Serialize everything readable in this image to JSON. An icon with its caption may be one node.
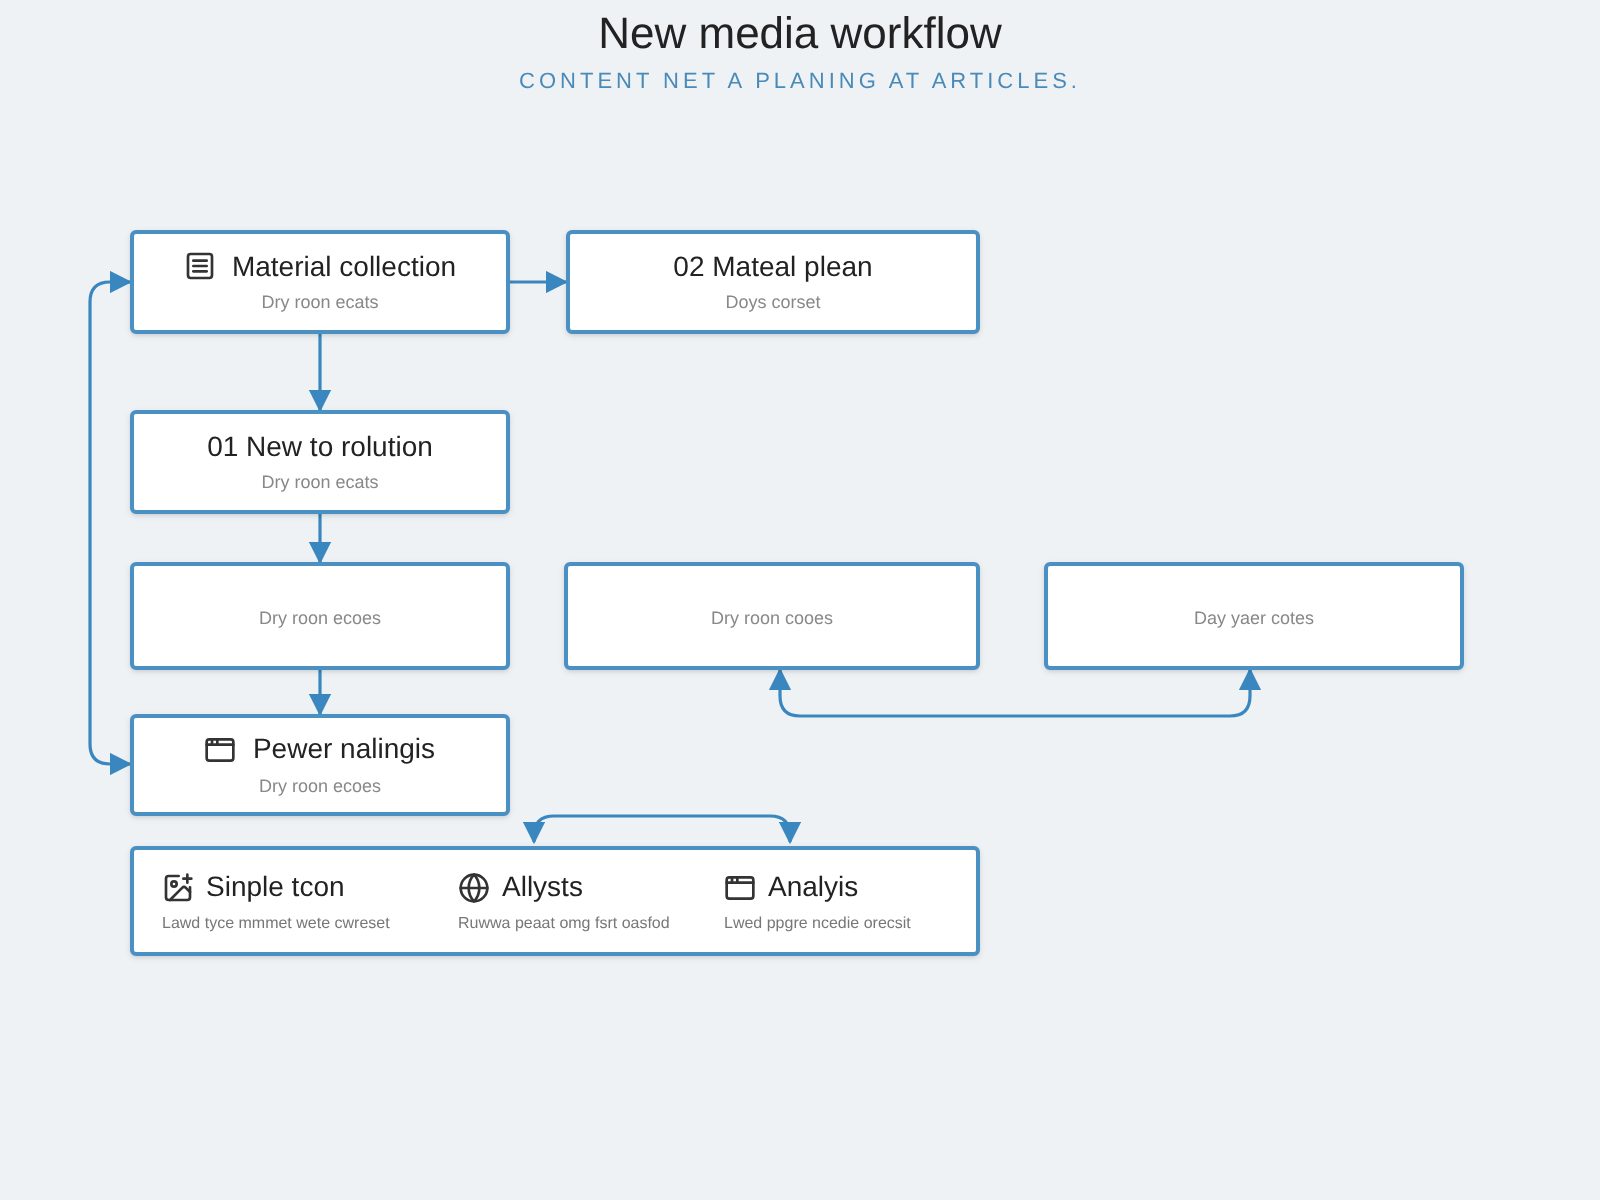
{
  "diagram": {
    "title": "New media workflow",
    "nodes": [
      {
        "text": [
          "Material collection",
          "Dry roon ecats"
        ]
      },
      {
        "text": [
          "02 Mateal plean",
          "Doys corset"
        ]
      },
      {
        "text": [
          "01 New to rolution",
          "Dry roon ecats"
        ]
      },
      {
        "text": [
          "Dry roon ecoes"
        ]
      },
      {
        "text": [
          "Dry roon cooes"
        ]
      },
      {
        "text": [
          "Day yaer cotes"
        ]
      },
      {
        "text": [
          "Pewer nalingis",
          "Dry roon ecoes"
        ]
      },
      {
        "text": [],
        "shape": "box"
      },
      {
        "text": [
          "Sinple tcon",
          "Lawd tyce mmmet wete cwreset"
        ],
        "in": 7
      },
      {
        "text": [
          "Allysts",
          "Ruwwa peaat omg fsrt oasfod"
        ],
        "in": 7
      },
      {
        "text": [
          "Analyis",
          "Lwed ppgre ncedie orecsit"
        ],
        "in": 7
      }
    ],
    "edges": [
      {
        "from": 0,
        "to": 1,
        "arrow": "to"
      },
      {
        "from": 0,
        "to": 2,
        "arrow": "to"
      },
      {
        "from": 2,
        "to": 3,
        "arrow": "to"
      },
      {
        "from": 3,
        "to": 6,
        "arrow": "to"
      },
      {
        "from": 4,
        "to": 5,
        "arrow": "both"
      },
      {
        "from": 9,
        "to": 10,
        "arrow": "both"
      },
      {
        "from": 6,
        "to": 0,
        "arrow": "both"
      }
    ],
    "labels": [
      "CONTENT NET A PLANING AT ARTICLES."
    ]
  }
}
